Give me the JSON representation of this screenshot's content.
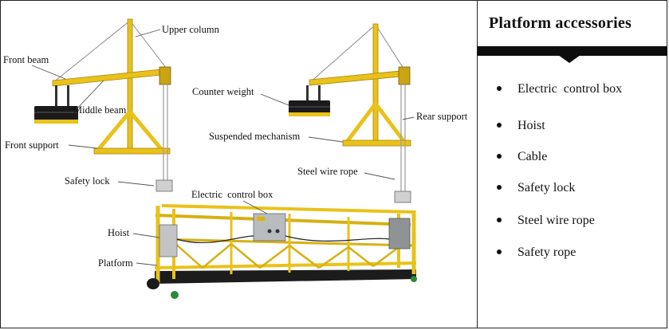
{
  "diagram": {
    "labels": {
      "upper_column": "Upper column",
      "front_beam": "Front beam",
      "middle_beam": "Middle beam",
      "front_support": "Front support",
      "counter_weight": "Counter weight",
      "rear_support": "Rear support",
      "suspended_mechanism": "Suspended mechanism",
      "steel_wire_rope": "Steel wire rope",
      "safety_lock": "Safety lock",
      "electric_control_box": "Electric  control box",
      "hoist": "Hoist",
      "platform": "Platform"
    },
    "colors": {
      "frame_yellow": "#e9c21a",
      "frame_dark": "#a8860c",
      "weight_black": "#1a1a1a",
      "box_grey": "#b9bcbf"
    }
  },
  "panel": {
    "title": "Platform accessories",
    "items": [
      "Electric  control box",
      "Hoist",
      "Cable",
      "Safety lock",
      "Steel wire rope",
      "Safety rope"
    ]
  }
}
